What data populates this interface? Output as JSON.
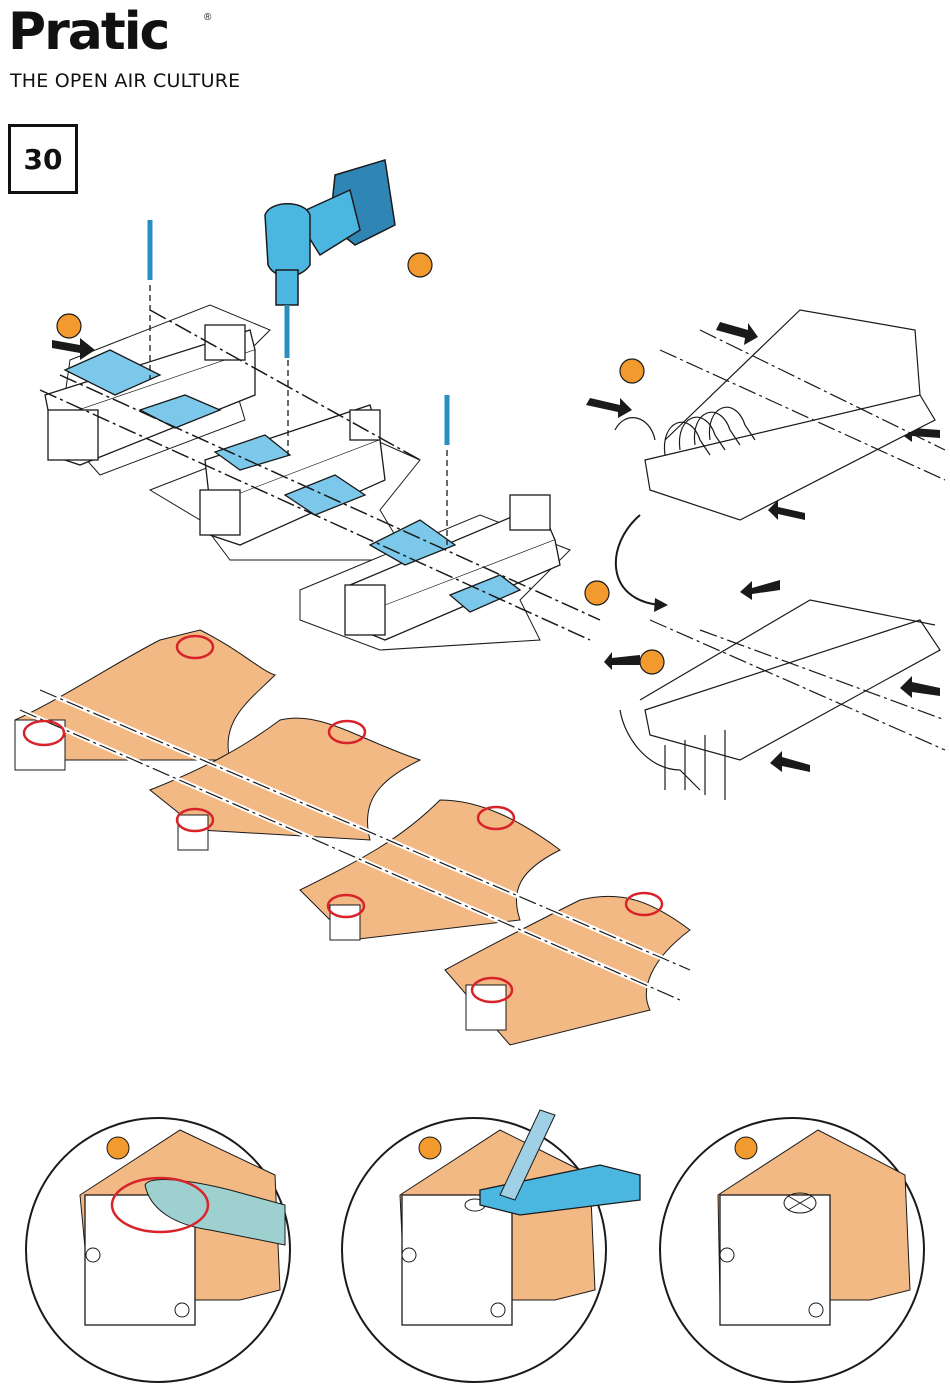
{
  "brand": {
    "name": "Pratic",
    "registered": "®",
    "tagline": "THE OPEN AIR CULTURE"
  },
  "step": {
    "number": "30"
  },
  "colors": {
    "accent_orange": "#f29a2e",
    "drill_blue": "#4bb6e0",
    "wood_blue": "#7cc8ea",
    "template_peach": "#f2b985",
    "marker_red": "#d8232a",
    "line": "#1a1a1a"
  },
  "illustrations": [
    {
      "panel": "drill-template",
      "icon": "drill-icon"
    },
    {
      "panel": "profile-assembly",
      "icon": "gutter-profile-icon"
    },
    {
      "panel": "hole-marking",
      "icon": "template-sheet-icon"
    },
    {
      "panel": "detail-press",
      "icon": "finger-icon"
    },
    {
      "panel": "detail-cut",
      "icon": "cutter-knife-icon"
    },
    {
      "panel": "detail-result",
      "icon": "cross-cut-icon"
    }
  ]
}
